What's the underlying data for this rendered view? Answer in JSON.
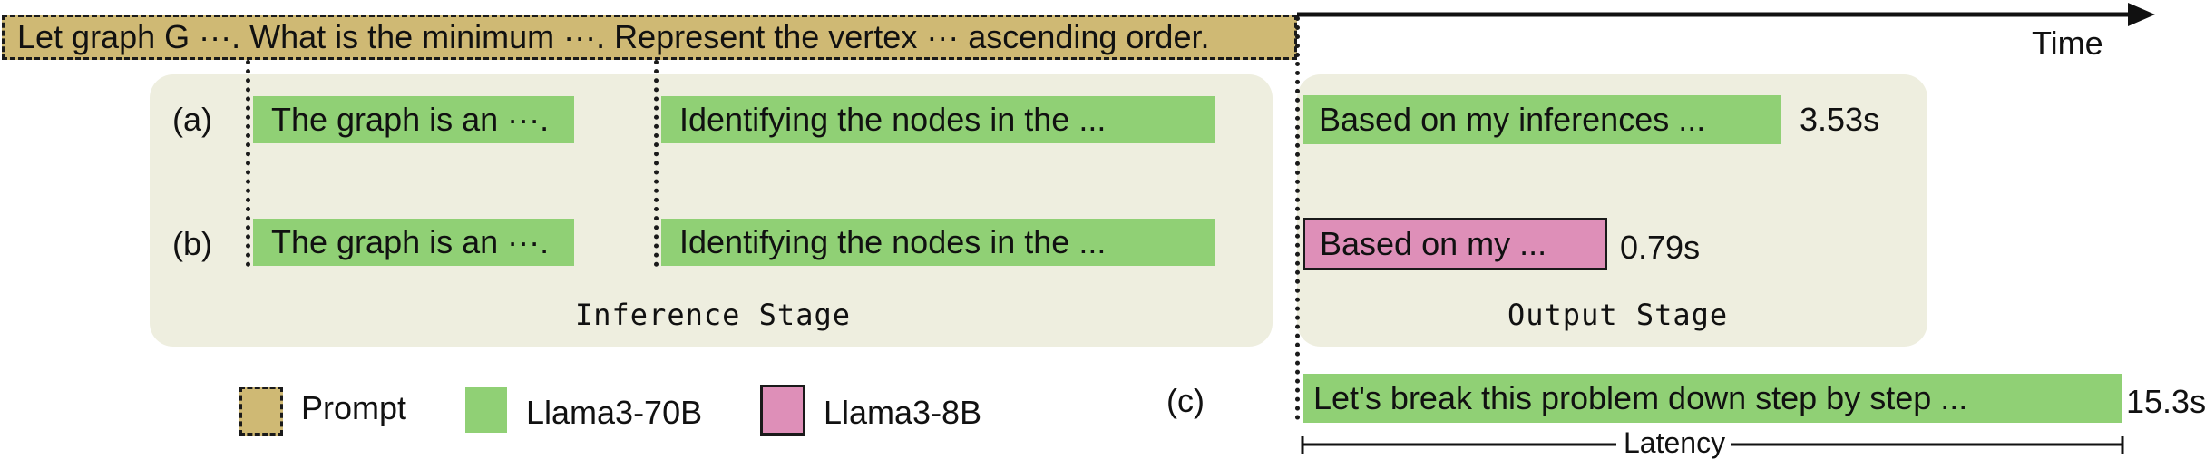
{
  "prompt": {
    "text": "Let graph G ···. What is the minimum ···. Represent the vertex ··· ascending order."
  },
  "timeline": {
    "label": "Time"
  },
  "inference_panel": {
    "stage_label": "Inference Stage",
    "rows": [
      {
        "tag": "(a)",
        "segments": [
          "The graph is an ···.",
          "Identifying the nodes in the ..."
        ]
      },
      {
        "tag": "(b)",
        "segments": [
          "The graph is an ···.",
          "Identifying the nodes in the ..."
        ]
      }
    ]
  },
  "output_panel": {
    "stage_label": "Output Stage",
    "rows": [
      {
        "text": "Based on my inferences ...",
        "time": "3.53s",
        "model": "Llama3-70B"
      },
      {
        "text": "Based on my ...",
        "time": "0.79s",
        "model": "Llama3-8B"
      }
    ]
  },
  "direct_row": {
    "tag": "(c)",
    "text": "Let's break this problem down step by step ...",
    "time": "15.3s",
    "latency_label": "Latency"
  },
  "legend": [
    {
      "label": "Prompt",
      "style": "dashed",
      "color": "#cfb974"
    },
    {
      "label": "Llama3-70B",
      "style": "solid",
      "color": "#90d075"
    },
    {
      "label": "Llama3-8B",
      "style": "outlined",
      "color": "#de8fb8"
    }
  ],
  "colors": {
    "prompt": "#cfb974",
    "llama70b": "#90d075",
    "llama8b": "#de8fb8",
    "panel": "#eeeedf"
  }
}
